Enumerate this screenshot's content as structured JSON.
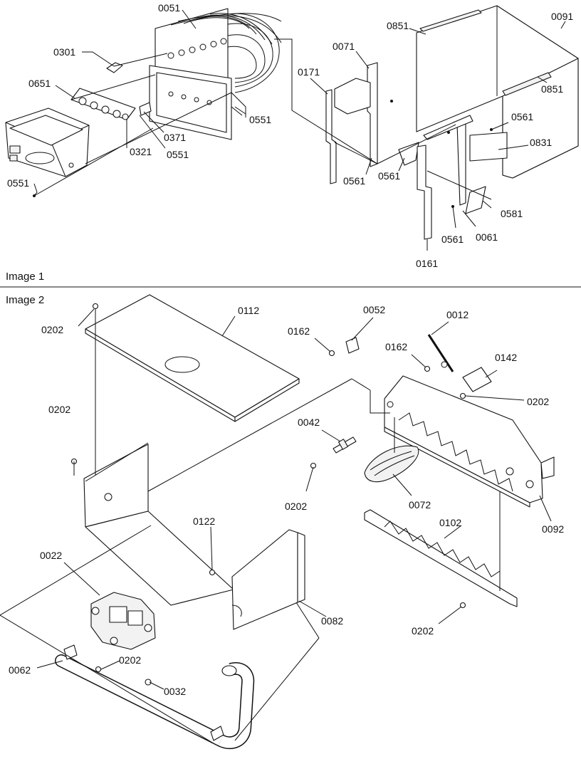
{
  "sections": {
    "image1": "Image 1",
    "image2": "Image 2"
  },
  "image1_labels": {
    "l0051": "0051",
    "l0301": "0301",
    "l0651": "0651",
    "l0371": "0371",
    "l0321": "0321",
    "l0551_a": "0551",
    "l0551_b": "0551",
    "l0551_c": "0551",
    "l0071": "0071",
    "l0171": "0171",
    "l0851_a": "0851",
    "l0851_b": "0851",
    "l0091": "0091",
    "l0561_a": "0561",
    "l0561_b": "0561",
    "l0561_c": "0561",
    "l0561_d": "0561",
    "l0831": "0831",
    "l0581": "0581",
    "l0061": "0061",
    "l0161": "0161"
  },
  "image2_labels": {
    "l0202_a": "0202",
    "l0112": "0112",
    "l0162_a": "0162",
    "l0052": "0052",
    "l0012": "0012",
    "l0162_b": "0162",
    "l0142": "0142",
    "l0202_b": "0202",
    "l0202_c": "0202",
    "l0042": "0042",
    "l0202_d": "0202",
    "l0072": "0072",
    "l0092": "0092",
    "l0102": "0102",
    "l0122": "0122",
    "l0022": "0022",
    "l0082": "0082",
    "l0062": "0062",
    "l0202_e": "0202",
    "l0032": "0032",
    "l0202_f": "0202"
  }
}
